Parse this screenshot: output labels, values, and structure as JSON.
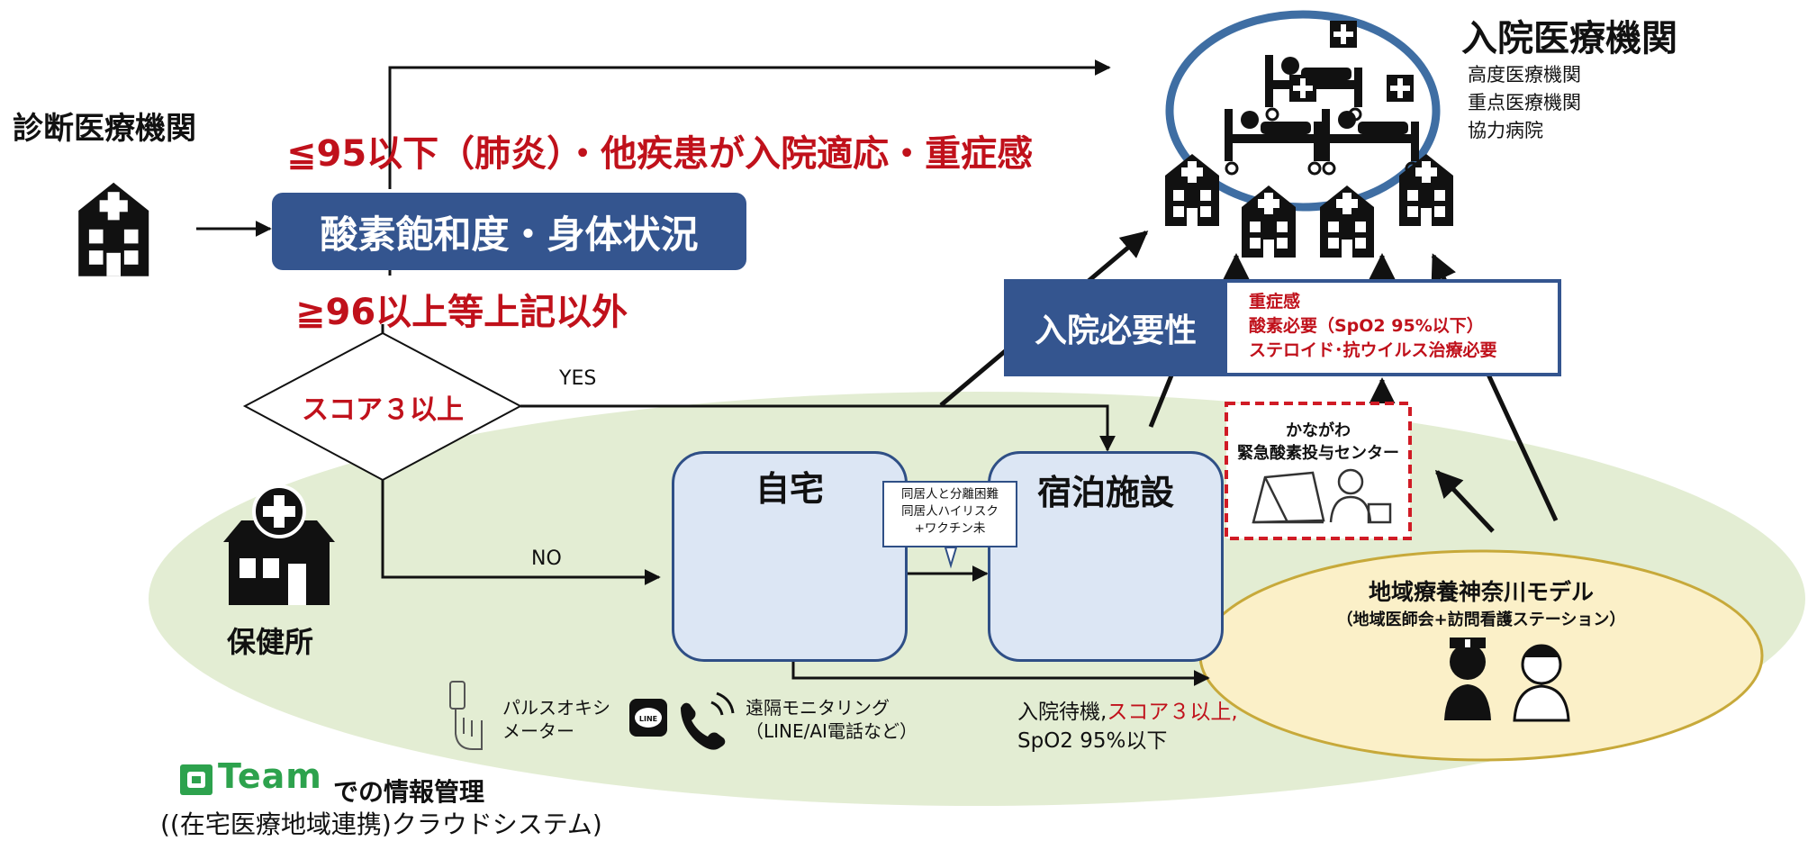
{
  "diagnosis": {
    "title": "診断医療機関"
  },
  "conditions": {
    "upper": "≦95以下（肺炎）・他疾患が入院適応・重症感",
    "lower": "≧96以上等上記以外"
  },
  "oxygen_box": {
    "label": "酸素飽和度・身体状況"
  },
  "score": {
    "label": "スコア３以上",
    "yes": "YES",
    "no": "NO"
  },
  "health_center": {
    "label": "保健所"
  },
  "home": {
    "label": "自宅"
  },
  "lodging": {
    "label": "宿泊施設"
  },
  "transfer_note": {
    "lines": [
      "同居人と分離困難",
      "同居人ハイリスク",
      "+ワクチン未"
    ]
  },
  "hospital": {
    "title": "入院医療機関",
    "types": [
      "高度医療機関",
      "重点医療機関",
      "協力病院"
    ]
  },
  "need": {
    "label": "入院必要性",
    "reasons": [
      "重症感",
      "酸素必要（SpO2 95%以下）",
      "ステロイド･抗ウイルス治療必要"
    ]
  },
  "oxygen_center": {
    "line1": "かながわ",
    "line2": "緊急酸素投与センター"
  },
  "community": {
    "title": "地域療養神奈川モデル",
    "subtitle": "（地域医師会+訪問看護ステーション）"
  },
  "monitoring": {
    "pulse_line1": "パルスオキシ",
    "pulse_line2": "メーター",
    "remote_line1": "遠隔モニタリング",
    "remote_line2": "（LINE/AI電話など）",
    "line_logo": "LINE"
  },
  "waiting": {
    "prefix": "入院待機,",
    "score": "スコア３以上,",
    "spo2": "SpO2 95%以下"
  },
  "info": {
    "brand": "Team",
    "suffix": "での情報管理",
    "system": "((在宅医療地域連携)クラウドシステム)"
  },
  "colors": {
    "navy": "#34558f",
    "red": "#c0111b",
    "ground": "#e3edd3",
    "community_fill": "#fbf0c8",
    "ring": "#3f6ea3"
  }
}
